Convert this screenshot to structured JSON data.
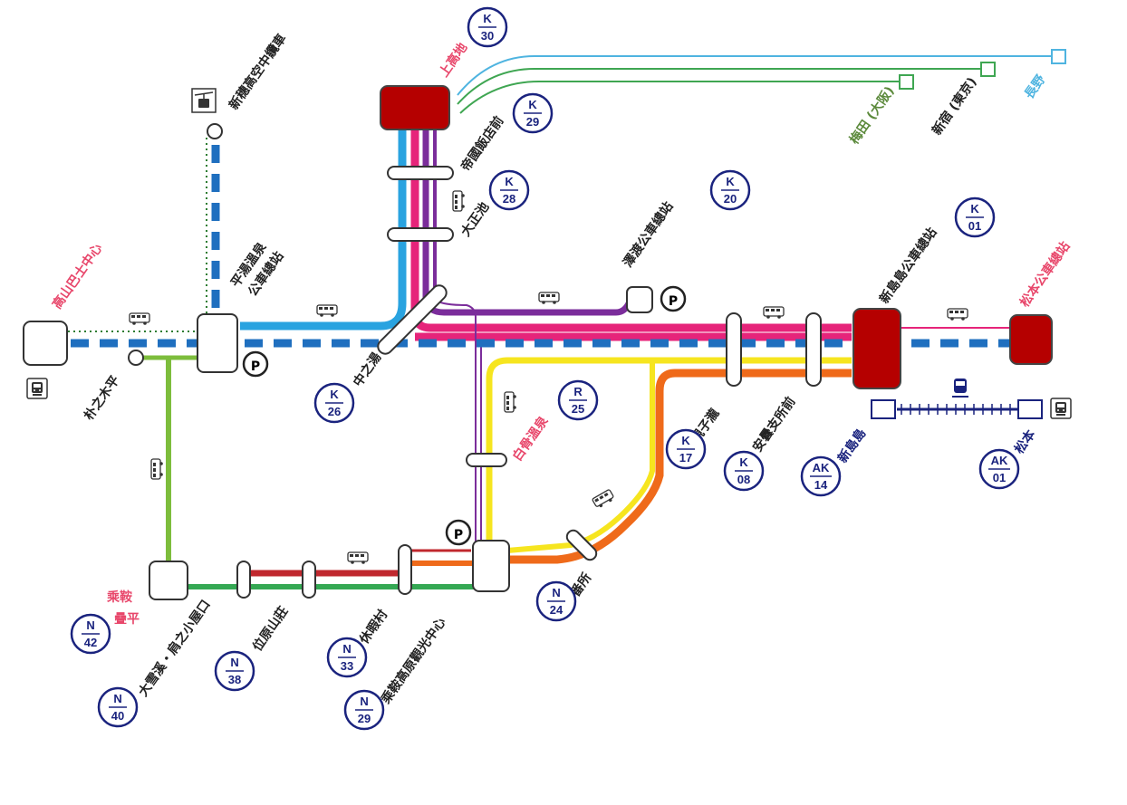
{
  "colors": {
    "express_blue": "#1f6fbf",
    "light_blue": "#29a3e0",
    "magenta": "#e6247a",
    "purple": "#7b2d9b",
    "yellow": "#f6e51f",
    "orange": "#ef6a1a",
    "green": "#34a853",
    "light_green": "#7dbd3c",
    "red": "#c0282e",
    "dark_red": "#b50000",
    "cable_green": "#2e7d32",
    "navy": "#1a237e",
    "osaka_green": "#5c8a3c",
    "tokyo_green": "#3fa652",
    "nagano_blue": "#4fb4e0",
    "rail_navy": "#1a237e"
  },
  "stations": {
    "takayama_bus_center": "高山巴士中心",
    "hirayu_onsen": "平湯溫泉\n公車總站",
    "shin_hotaka_ropeway": "新穗高空中纜車",
    "hounoki_daira": "朴之木平",
    "kamikochi": "上高地",
    "teikoku_hotel": "帝國飯店前",
    "taisho_pond": "大正池",
    "nakanoyu": "中之湯",
    "sawando": "澤渡公車總站",
    "shinshimashima": "新島島公車總站",
    "matsumoto_bus": "松本公車總站",
    "shirahone_onsen": "白骨溫泉",
    "oyashirazu": "親子瀧",
    "azumi_branch": "安曇支所前",
    "bandokoro": "番所",
    "norikura_center": "乘鞍高原觀光中心",
    "kyukamura": "休暇村",
    "kuraihara": "位原山莊",
    "ouyuki": "大雪溪・肩之小屋口",
    "norikura_tatamidaira": "乘鞍\n疊平",
    "rail_shinshimashima": "新島島",
    "rail_matsumoto": "松本",
    "umeda": "梅田 (大阪)",
    "shinjuku": "新宿 (東京)",
    "nagano": "長野"
  },
  "codes": {
    "k30": [
      "K",
      "30"
    ],
    "k29": [
      "K",
      "29"
    ],
    "k28": [
      "K",
      "28"
    ],
    "k20": [
      "K",
      "20"
    ],
    "k01": [
      "K",
      "01"
    ],
    "k26": [
      "K",
      "26"
    ],
    "r25": [
      "R",
      "25"
    ],
    "k17": [
      "K",
      "17"
    ],
    "k08": [
      "K",
      "08"
    ],
    "ak14": [
      "AK",
      "14"
    ],
    "ak01": [
      "AK",
      "01"
    ],
    "n24": [
      "N",
      "24"
    ],
    "n29": [
      "N",
      "29"
    ],
    "n33": [
      "N",
      "33"
    ],
    "n38": [
      "N",
      "38"
    ],
    "n40": [
      "N",
      "40"
    ],
    "n42": [
      "N",
      "42"
    ]
  },
  "icons": {
    "parking": "P",
    "bus": "bus-icon",
    "train": "train-icon",
    "ropeway": "ropeway-icon"
  }
}
